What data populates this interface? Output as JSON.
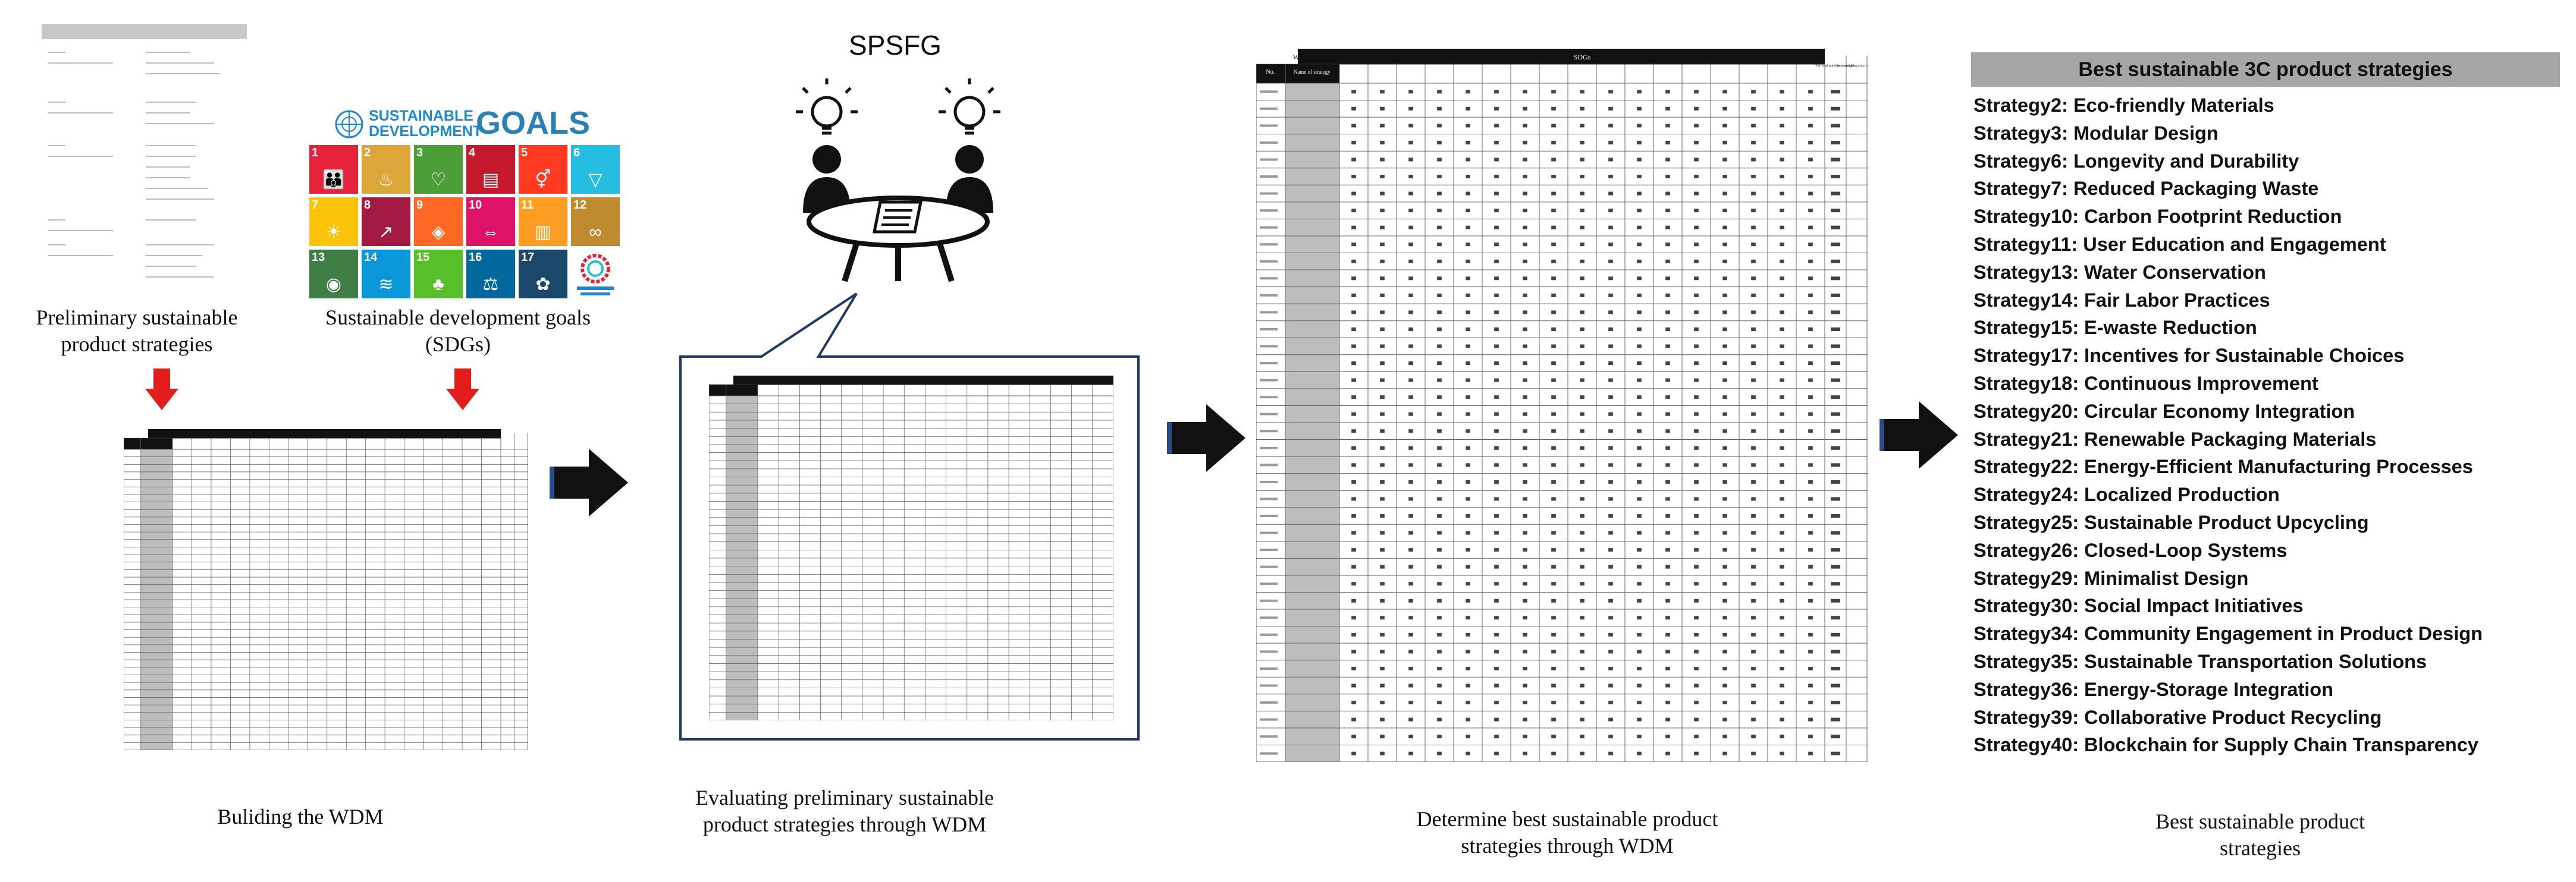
{
  "labels": {
    "preliminary": "Preliminary sustainable product strategies",
    "sdgs": "Sustainable development goals (SDGs)",
    "building": "Buliding the WDM",
    "spsfg": "SPSFG",
    "evaluating": "Evaluating preliminary sustainable product strategies through WDM",
    "determine": "Determine best sustainable product strategies through WDM",
    "best": "Best sustainable product strategies"
  },
  "sdg_logo": {
    "line1": "SUSTAINABLE",
    "line2": "DEVELOPMENT",
    "goals": "GOALS"
  },
  "sdg_tiles": [
    {
      "n": "1",
      "icon": "family-icon",
      "color": "#e5243b",
      "glyph": "👪"
    },
    {
      "n": "2",
      "icon": "bowl-icon",
      "color": "#dda63a",
      "glyph": "♨"
    },
    {
      "n": "3",
      "icon": "heartbeat-icon",
      "color": "#4c9f38",
      "glyph": "♡"
    },
    {
      "n": "4",
      "icon": "book-icon",
      "color": "#c5192d",
      "glyph": "▤"
    },
    {
      "n": "5",
      "icon": "gender-icon",
      "color": "#ff3a21",
      "glyph": "⚥"
    },
    {
      "n": "6",
      "icon": "water-icon",
      "color": "#26bde2",
      "glyph": "▽"
    },
    {
      "n": "7",
      "icon": "sun-icon",
      "color": "#fcc30b",
      "glyph": "☀"
    },
    {
      "n": "8",
      "icon": "growth-icon",
      "color": "#a21942",
      "glyph": "↗"
    },
    {
      "n": "9",
      "icon": "cubes-icon",
      "color": "#fd6925",
      "glyph": "◈"
    },
    {
      "n": "10",
      "icon": "equal-icon",
      "color": "#dd1367",
      "glyph": "⇔"
    },
    {
      "n": "11",
      "icon": "city-icon",
      "color": "#fd9d24",
      "glyph": "▥"
    },
    {
      "n": "12",
      "icon": "infinity-icon",
      "color": "#bf8b2e",
      "glyph": "∞"
    },
    {
      "n": "13",
      "icon": "eye-icon",
      "color": "#3f7e44",
      "glyph": "◉"
    },
    {
      "n": "14",
      "icon": "fish-icon",
      "color": "#0a97d9",
      "glyph": "≋"
    },
    {
      "n": "15",
      "icon": "tree-icon",
      "color": "#56c02b",
      "glyph": "♣"
    },
    {
      "n": "16",
      "icon": "dove-icon",
      "color": "#00689d",
      "glyph": "⚖"
    },
    {
      "n": "17",
      "icon": "flower-icon",
      "color": "#19486a",
      "glyph": "✿"
    }
  ],
  "wdm_header_left": "WDM",
  "wdm_header_right": "SDGs",
  "wdm_no": "No.",
  "wdm_name": "Name of strategy",
  "wdm_col_total": "The total number of weights",
  "wdm_col_best": "Best sustainable product strategies",
  "best_panel": {
    "title": "Best sustainable  3C product strategies",
    "items": [
      "Strategy2: Eco-friendly Materials",
      "Strategy3: Modular Design",
      "Strategy6: Longevity and Durability",
      "Strategy7: Reduced Packaging Waste",
      "Strategy10: Carbon Footprint Reduction",
      "Strategy11: User Education and Engagement",
      "Strategy13: Water Conservation",
      "Strategy14: Fair Labor Practices",
      "Strategy15: E-waste Reduction",
      "Strategy17: Incentives for Sustainable Choices",
      "Strategy18: Continuous  Improvement",
      "Strategy20: Circular Economy Integration",
      "Strategy21: Renewable Packaging Materials",
      "Strategy22: Energy-Efficient Manufacturing Processes",
      "Strategy24: Localized Production",
      "Strategy25: Sustainable Product Upcycling",
      "Strategy26: Closed-Loop Systems",
      "Strategy29: Minimalist Design",
      "Strategy30: Social Impact Initiatives",
      "Strategy34: Community Engagement in Product Design",
      "Strategy35: Sustainable Transportation  Solutions",
      "Strategy36: Energy-Storage Integration",
      "Strategy39: Collaborative Product Recycling",
      "Strategy40: Blockchain for Supply Chain Transparency"
    ]
  },
  "colors": {
    "arrow_red": "#e31c1c",
    "arrow_black": "#111111",
    "header_gray": "#a6a6a6",
    "callout_border": "#1f3864"
  }
}
